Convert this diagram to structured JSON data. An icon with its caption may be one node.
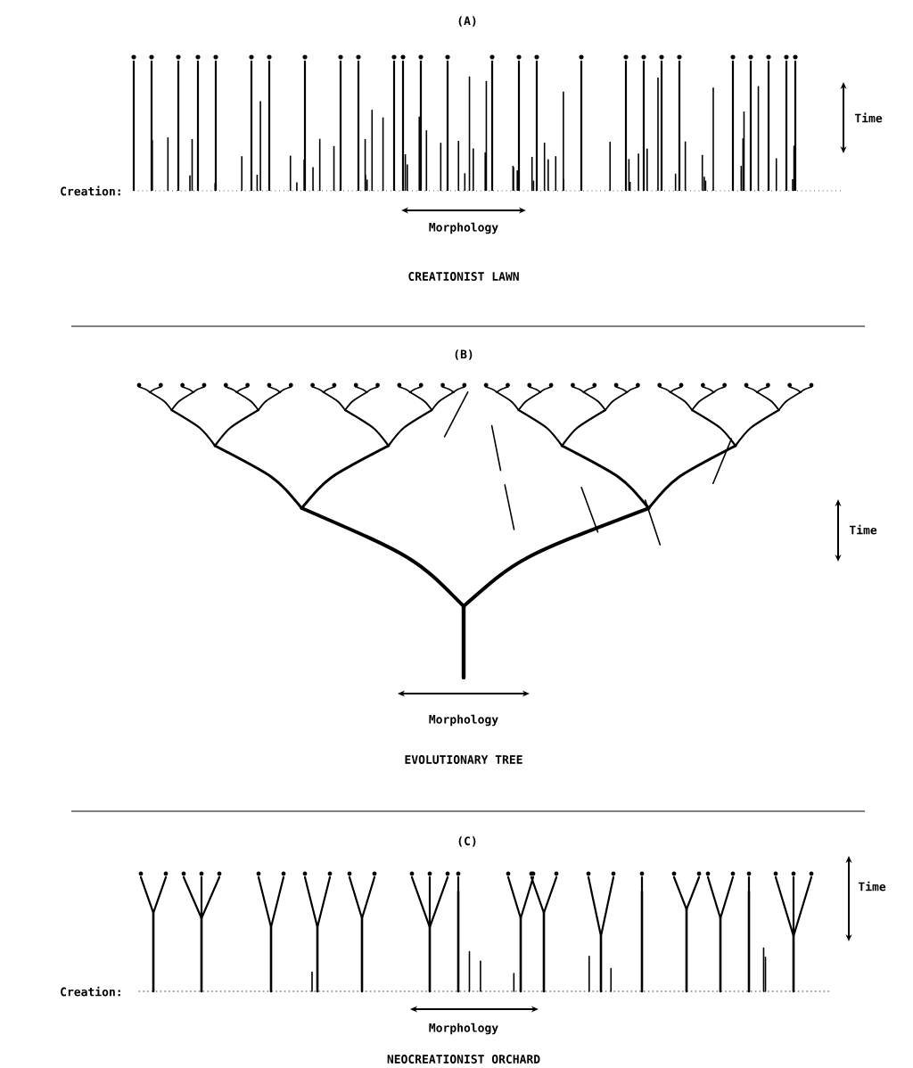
{
  "diagram": {
    "labels": [
      "(A)",
      "Time",
      "Creation:",
      "Morphology",
      "CREATIONIST LAWN",
      "(B)",
      "Time",
      "Morphology",
      "EVOLUTIONARY TREE",
      "(C)",
      "Time",
      "Creation:",
      "Morphology",
      "NEOCREATIONIST ORCHARD"
    ]
  }
}
